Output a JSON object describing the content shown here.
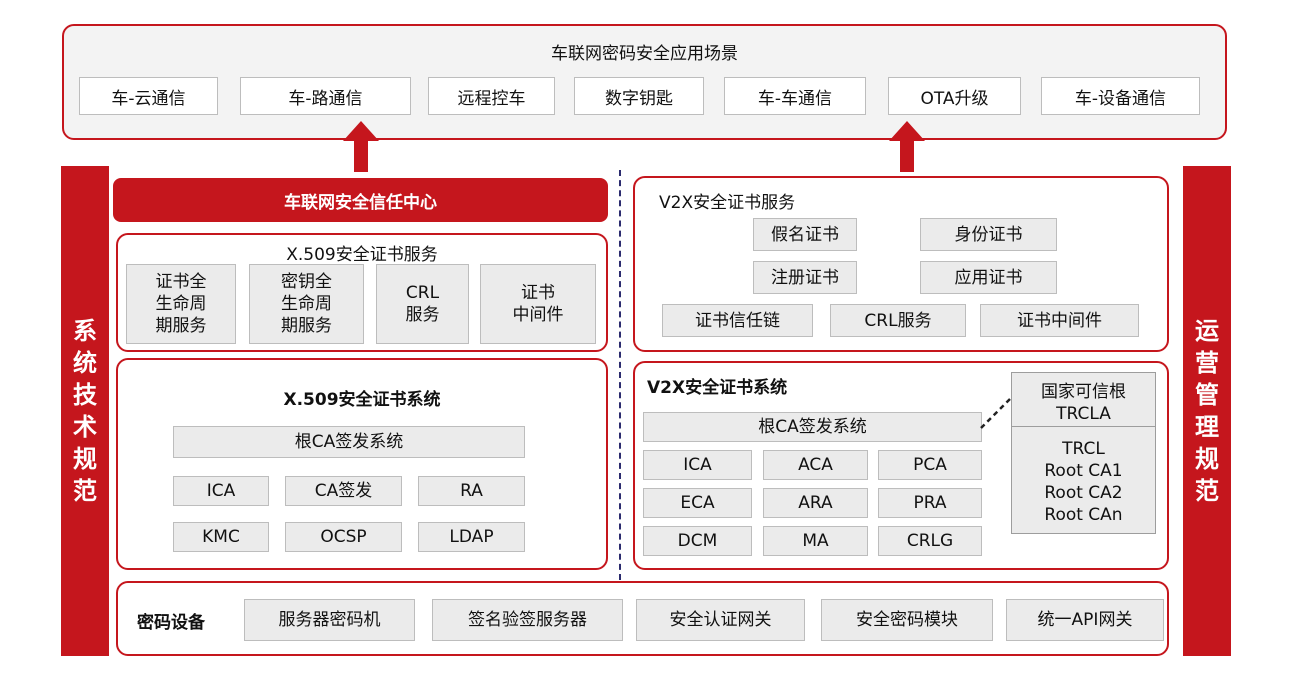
{
  "scenarios": {
    "title": "车联网密码安全应用场景",
    "items": [
      "车-云通信",
      "车-路通信",
      "远程控车",
      "数字钥匙",
      "车-车通信",
      "OTA升级",
      "车-设备通信"
    ]
  },
  "left_bar": [
    "系",
    "统",
    "技",
    "术",
    "规",
    "范"
  ],
  "right_bar": [
    "运",
    "营",
    "管",
    "理",
    "规",
    "范"
  ],
  "trust_center": "车联网安全信任中心",
  "x509_service": {
    "title": "X.509安全证书服务",
    "items": [
      "证书全\n生命周\n期服务",
      "密钥全\n生命周\n期服务",
      "CRL\n服务",
      "证书\n中间件"
    ]
  },
  "x509_system": {
    "title": "X.509安全证书系统",
    "root": "根CA签发系统",
    "items": [
      "ICA",
      "CA签发",
      "RA",
      "KMC",
      "OCSP",
      "LDAP"
    ]
  },
  "v2x_service": {
    "title": "V2X安全证书服务",
    "items": [
      "假名证书",
      "身份证书",
      "注册证书",
      "应用证书",
      "证书信任链",
      "CRL服务",
      "证书中间件"
    ]
  },
  "v2x_system": {
    "title": "V2X安全证书系统",
    "root": "根CA签发系统",
    "items": [
      "ICA",
      "ACA",
      "PCA",
      "ECA",
      "ARA",
      "PRA",
      "DCM",
      "MA",
      "CRLG"
    ],
    "trust_root_header": "国家可信根\nTRCLA",
    "trust_root_list": "TRCL\nRoot CA1\nRoot CA2\nRoot CAn"
  },
  "crypto": {
    "label": "密码设备",
    "items": [
      "服务器密码机",
      "签名验签服务器",
      "安全认证网关",
      "安全密码模块",
      "统一API网关"
    ]
  },
  "colors": {
    "accent": "#c5161d",
    "box_fill": "#ebebeb",
    "box_border": "#bdbdbd",
    "divider": "#2b2b6e"
  }
}
